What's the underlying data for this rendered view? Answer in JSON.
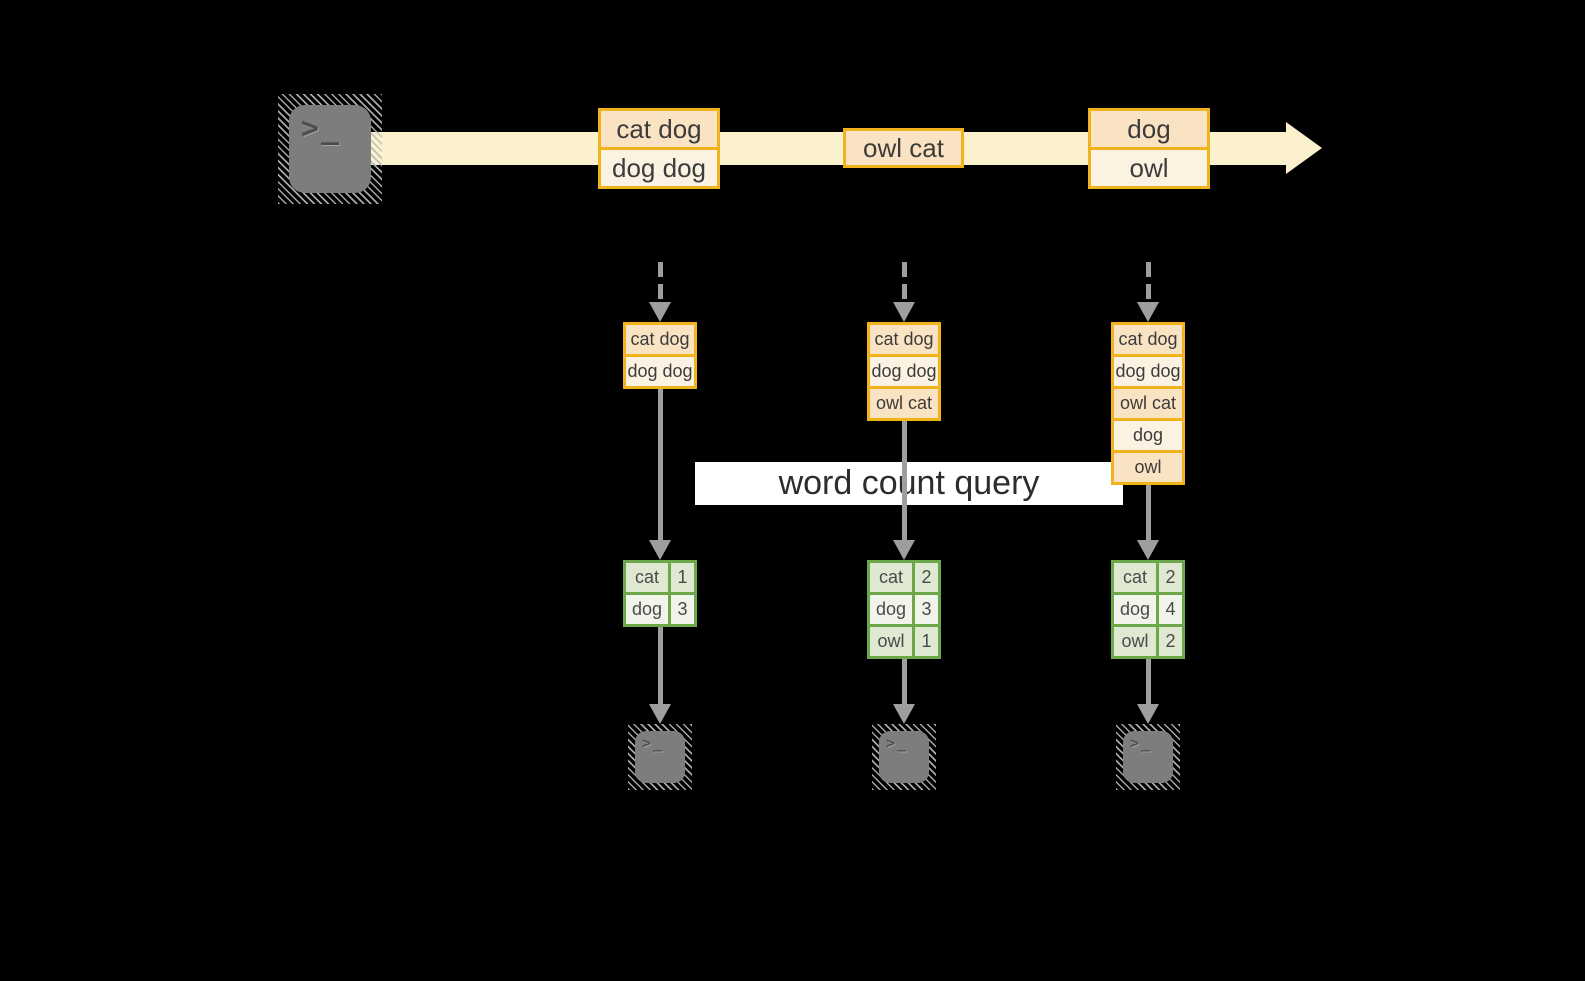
{
  "colors": {
    "background": "#000000",
    "stream_arrow": "#FBF1CC",
    "box_border_gold": "#F1B31C",
    "box_fill_peach": "#FAE3C2",
    "box_fill_cream": "#FCF2E2",
    "table_border_green": "#6CA74A",
    "table_fill_dark": "#DFE9D2",
    "table_fill_light": "#F0F4EA",
    "arrow_gray": "#9E9E9E",
    "banner_bg": "#FFFFFF",
    "text_dark": "#3C3C3C"
  },
  "glyphs": {
    "terminal_prompt": ">_"
  },
  "banner": {
    "label": "word count query"
  },
  "timeline": {
    "batches": [
      {
        "lines": [
          "cat dog",
          "dog dog"
        ]
      },
      {
        "lines": [
          "owl cat"
        ]
      },
      {
        "lines": [
          "dog",
          "owl"
        ]
      }
    ]
  },
  "columns": [
    {
      "stack": [
        "cat dog",
        "dog dog"
      ],
      "counts": [
        {
          "word": "cat",
          "count": "1"
        },
        {
          "word": "dog",
          "count": "3"
        }
      ]
    },
    {
      "stack": [
        "cat dog",
        "dog dog",
        "owl cat"
      ],
      "counts": [
        {
          "word": "cat",
          "count": "2"
        },
        {
          "word": "dog",
          "count": "3"
        },
        {
          "word": "owl",
          "count": "1"
        }
      ]
    },
    {
      "stack": [
        "cat dog",
        "dog dog",
        "owl cat",
        "dog",
        "owl"
      ],
      "counts": [
        {
          "word": "cat",
          "count": "2"
        },
        {
          "word": "dog",
          "count": "4"
        },
        {
          "word": "owl",
          "count": "2"
        }
      ]
    }
  ]
}
